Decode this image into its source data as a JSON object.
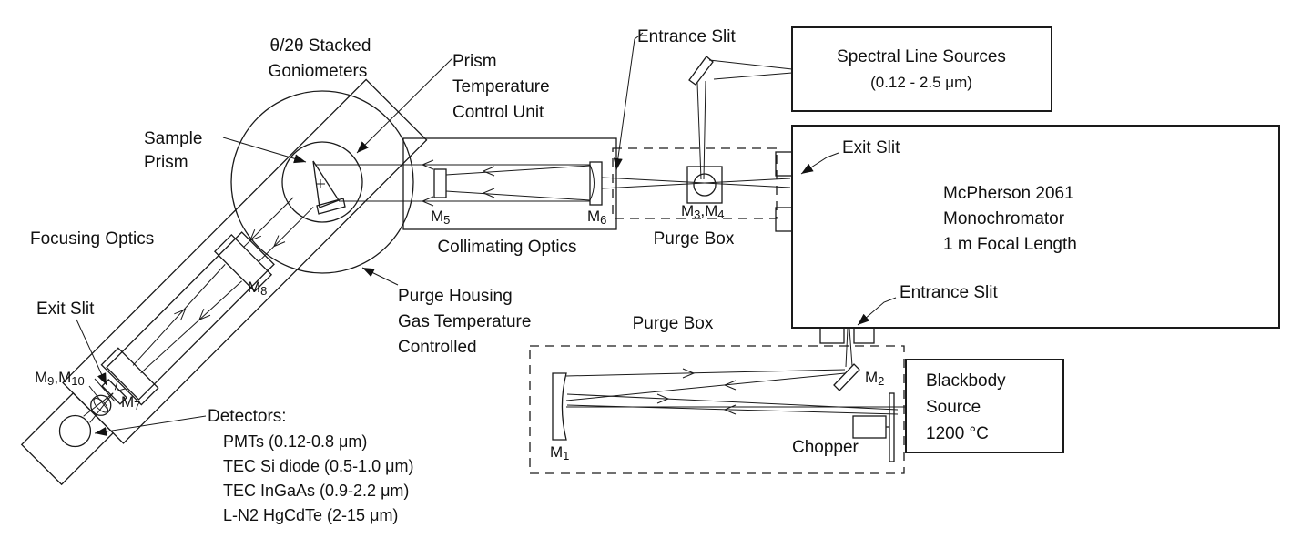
{
  "diagram": {
    "goniometer": {
      "line1": "θ/2θ Stacked",
      "line2": "Goniometers"
    },
    "prism_tcu": {
      "line1": "Prism",
      "line2": "Temperature",
      "line3": "Control Unit"
    },
    "sample_prism": {
      "line1": "Sample",
      "line2": "Prism"
    },
    "focusing_optics": "Focusing Optics",
    "exit_slit_arm": "Exit Slit",
    "detectors": {
      "heading": "Detectors:",
      "items": [
        "PMTs (0.12-0.8 μm)",
        "TEC Si diode (0.5-1.0 μm)",
        "TEC InGaAs (0.9-2.2 μm)",
        "L-N2 HgCdTe (2-15 μm)"
      ]
    },
    "entrance_slit_top": "Entrance Slit",
    "spectral_sources": {
      "line1": "Spectral Line Sources",
      "line2": "(0.12 - 2.5 μm)"
    },
    "monochromator": {
      "exit_slit": "Exit Slit",
      "line1": "McPherson 2061",
      "line2": "Monochromator",
      "line3": "1 m Focal Length",
      "entrance_slit": "Entrance Slit"
    },
    "purge_box_mid": "Purge Box",
    "purge_box_bottom": "Purge Box",
    "purge_housing": {
      "line1": "Purge Housing",
      "line2": "Gas Temperature",
      "line3": "Controlled"
    },
    "collimating_optics": "Collimating Optics",
    "blackbody": {
      "line1": "Blackbody",
      "line2": "Source",
      "line3": "1200 °C"
    },
    "chopper": "Chopper",
    "mirrors": {
      "m1": {
        "p1": "M",
        "s1": "1"
      },
      "m2": {
        "p1": "M",
        "s1": "2"
      },
      "m34": {
        "p1": "M",
        "s1": "3",
        "p2": ",M",
        "s2": "4"
      },
      "m5": {
        "p1": "M",
        "s1": "5"
      },
      "m6": {
        "p1": "M",
        "s1": "6"
      },
      "m7": {
        "p1": "M",
        "s1": "7"
      },
      "m8": {
        "p1": "M",
        "s1": "8"
      },
      "m910": {
        "p1": "M",
        "s1": "9",
        "p2": ",M",
        "s2": "10"
      }
    },
    "colors": {
      "line": "#1a1a1a",
      "background": "#ffffff"
    }
  }
}
